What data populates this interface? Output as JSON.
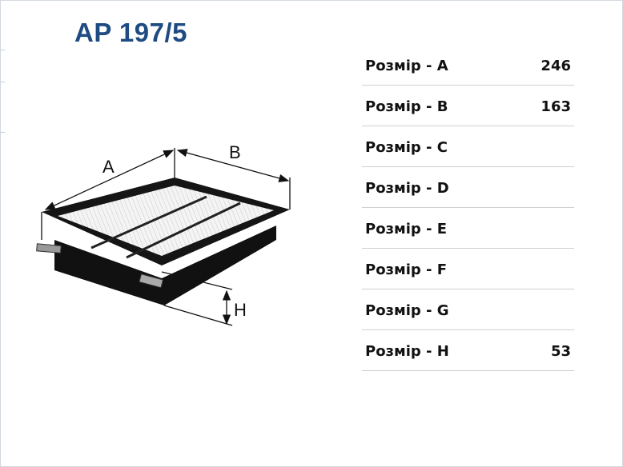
{
  "title": "AP 197/5",
  "dimensions": [
    {
      "label": "Розмір - A",
      "value": "246"
    },
    {
      "label": "Розмір - B",
      "value": "163"
    },
    {
      "label": "Розмір - C",
      "value": ""
    },
    {
      "label": "Розмір - D",
      "value": ""
    },
    {
      "label": "Розмір - E",
      "value": ""
    },
    {
      "label": "Розмір - F",
      "value": ""
    },
    {
      "label": "Розмір - G",
      "value": ""
    },
    {
      "label": "Розмір - H",
      "value": "53"
    }
  ],
  "diagram": {
    "label_a": "A",
    "label_b": "B",
    "label_h": "H"
  },
  "colors": {
    "title": "#1e4b82"
  }
}
